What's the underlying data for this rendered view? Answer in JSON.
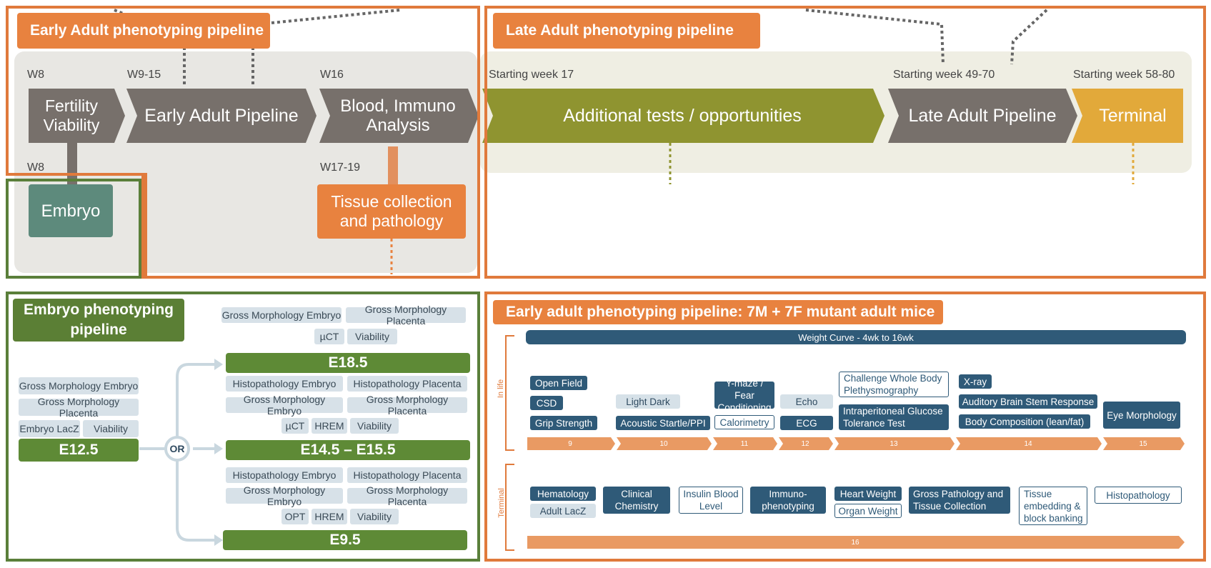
{
  "panels": {
    "early_adult": {
      "title": "Early Adult phenotyping pipeline",
      "weeks": [
        "W8",
        "W9-15",
        "W16",
        "W8",
        "W17-19"
      ],
      "stages": [
        "Fertility Viability",
        "Early Adult Pipeline",
        "Blood, Immuno Analysis",
        "Embryo",
        "Tissue collection and pathology"
      ]
    },
    "late_adult": {
      "title": "Late Adult phenotyping pipeline",
      "weeks": [
        "Starting week 17",
        "Starting week 49-70",
        "Starting week 58-80"
      ],
      "stages": [
        "Additional tests / opportunities",
        "Late Adult Pipeline",
        "Terminal"
      ]
    },
    "embryo": {
      "title": "Embryo phenotyping pipeline",
      "or_label": "OR",
      "e125": {
        "label": "E12.5",
        "tests": [
          "Gross Morphology Embryo",
          "Gross Morphology Placenta",
          "Embryo LacZ",
          "Viability"
        ]
      },
      "e185": {
        "label": "E18.5",
        "tests": [
          "Gross Morphology Embryo",
          "Gross Morphology Placenta",
          "µCT",
          "Viability"
        ]
      },
      "e145": {
        "label": "E14.5 – E15.5",
        "tests": [
          "Histopathology Embryo",
          "Histopathology Placenta",
          "Gross Morphology Embryo",
          "Gross Morphology Placenta",
          "µCT",
          "HREM",
          "Viability"
        ]
      },
      "e95": {
        "label": "E9.5",
        "tests": [
          "Histopathology Embryo",
          "Histopathology Placenta",
          "Gross Morphology Embryo",
          "Gross Morphology Placenta",
          "OPT",
          "HREM",
          "Viability"
        ]
      }
    },
    "early_detail": {
      "title": "Early adult phenotyping pipeline: 7M + 7F mutant adult mice",
      "weight_curve": "Weight Curve - 4wk to 16wk",
      "in_life_label": "In life",
      "terminal_label": "Terminal",
      "week_ticks": [
        "9",
        "10",
        "11",
        "12",
        "13",
        "14",
        "15"
      ],
      "terminal_tick": "16",
      "in_life_tests": {
        "w9": [
          "Open Field",
          "CSD",
          "Grip Strength"
        ],
        "w10": [
          "Light Dark",
          "Acoustic Startle/PPI"
        ],
        "w11": [
          "Y-maze / Fear Conditioning",
          "Calorimetry"
        ],
        "w12": [
          "Echo",
          "ECG"
        ],
        "w13": [
          "Challenge Whole Body Plethysmography",
          "Intraperitoneal Glucose Tolerance Test"
        ],
        "w14": [
          "X-ray",
          "Auditory Brain Stem Response",
          "Body Composition (lean/fat)"
        ],
        "w15": [
          "Eye Morphology"
        ]
      },
      "terminal_tests": [
        "Hematology",
        "Adult LacZ",
        "Clinical Chemistry",
        "Insulin Blood Level",
        "Immuno-phenotyping",
        "Heart Weight",
        "Organ Weight",
        "Gross Pathology and Tissue Collection",
        "Tissue embedding & block banking",
        "Histopathology"
      ]
    }
  },
  "colors": {
    "orange": "#e8823f",
    "green": "#5b7f35",
    "dark_blue": "#2f5a78",
    "grey_stage": "#77706b",
    "olive": "#8f9430",
    "yellow": "#e2a93a",
    "embryo": "#5d8a7c"
  }
}
